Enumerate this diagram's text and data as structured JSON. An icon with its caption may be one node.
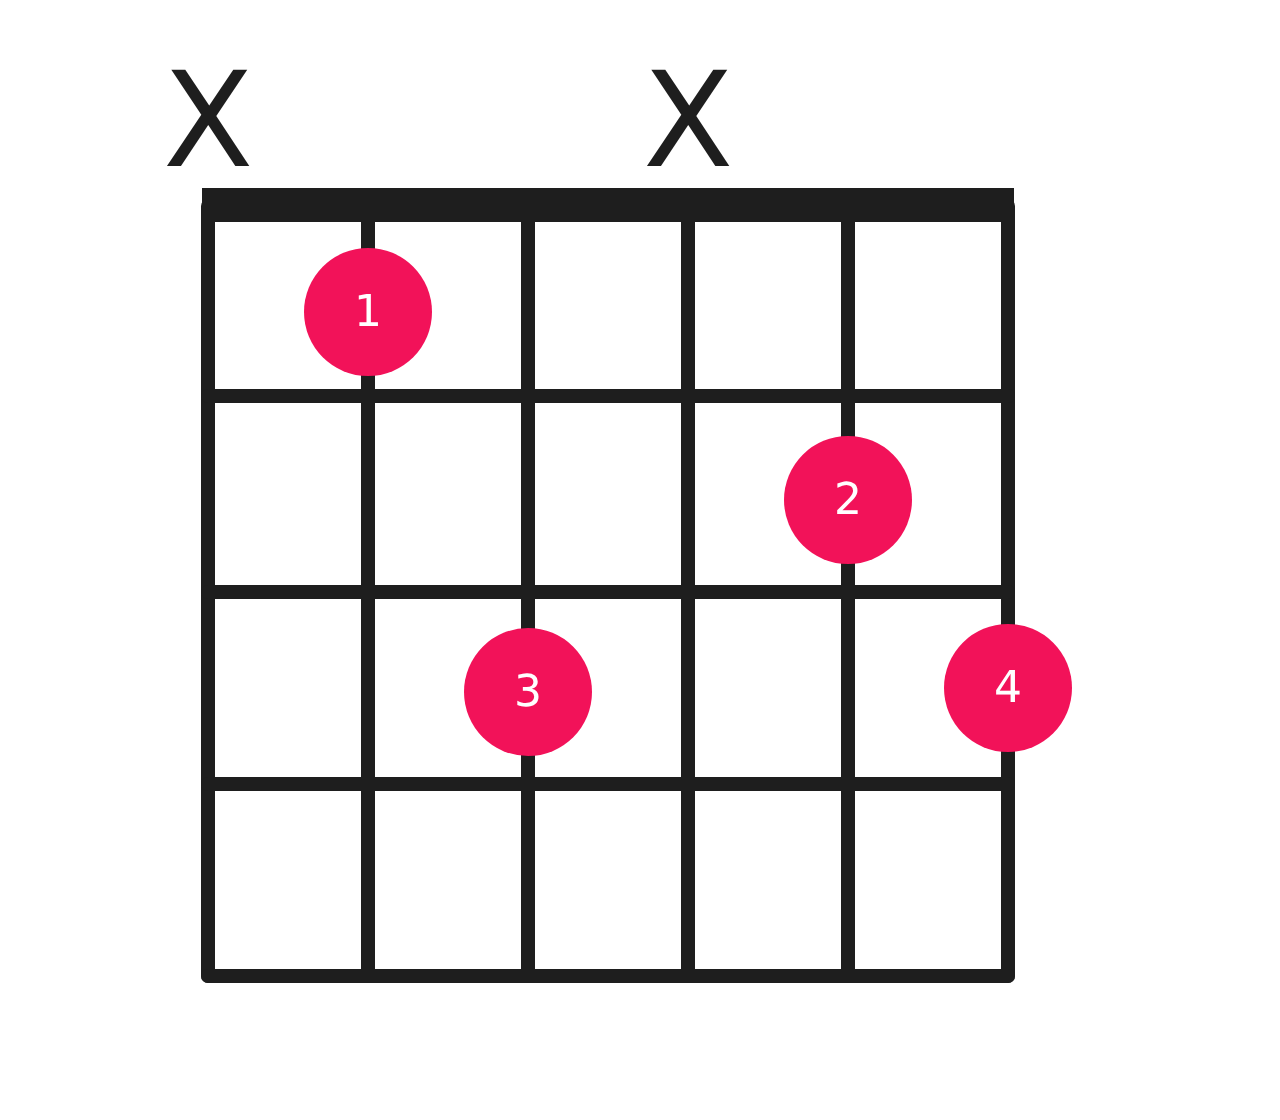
{
  "diagram": {
    "nodes": [
      {
        "text": [
          "1"
        ]
      },
      {
        "text": [
          "2"
        ]
      },
      {
        "text": [
          "3"
        ]
      },
      {
        "text": [
          "4"
        ]
      }
    ],
    "labels": [
      "X",
      "X"
    ]
  }
}
